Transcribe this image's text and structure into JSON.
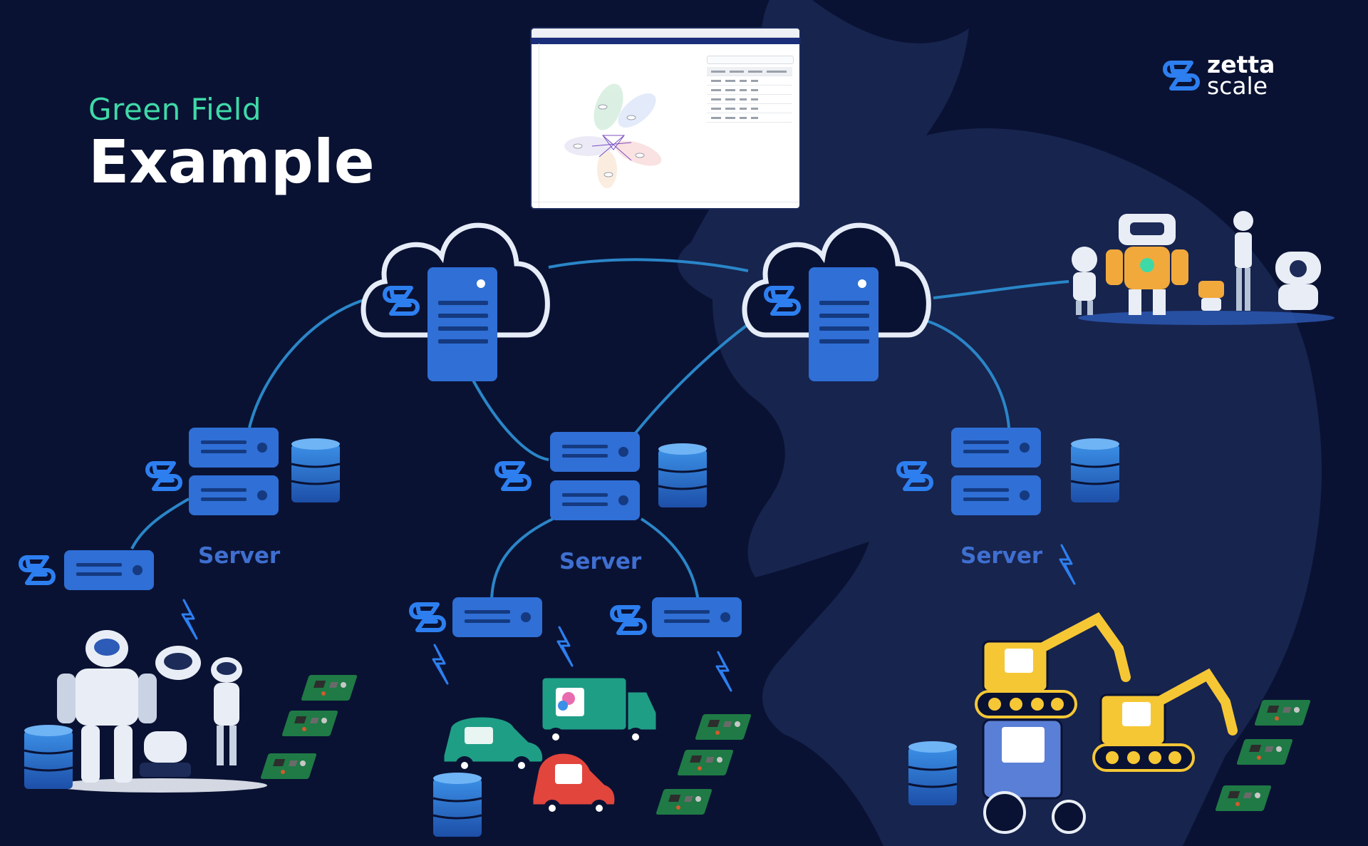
{
  "title": {
    "subtitle": "Green Field",
    "heading": "Example"
  },
  "brand": {
    "line1": "zetta",
    "line2": "scale"
  },
  "servers": [
    {
      "label": "Server"
    },
    {
      "label": "Server"
    },
    {
      "label": "Server"
    }
  ],
  "colors": {
    "background": "#0a1233",
    "accent_green": "#3fd9a7",
    "server_blue": "#2f6fd6",
    "server_dark": "#1d4fa8",
    "link": "#2a86c8",
    "logo_blue": "#2d7ff0",
    "cloud_outline": "#e6ecf8"
  },
  "icons": [
    "cloud-server-icon",
    "server-stack-icon",
    "database-icon",
    "zettascale-logo-icon",
    "robot-group-icon",
    "car-icon",
    "truck-icon",
    "excavator-icon",
    "tractor-icon",
    "circuit-board-icon",
    "wireless-signal-icon"
  ]
}
